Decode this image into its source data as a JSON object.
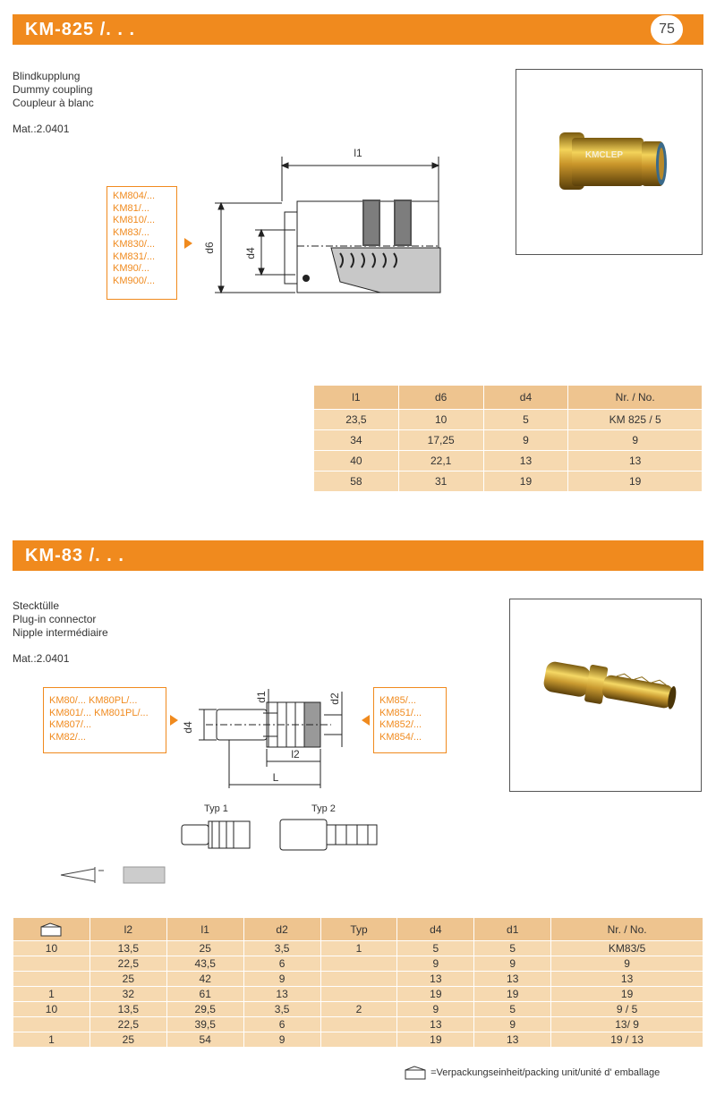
{
  "page_number": "75",
  "section1": {
    "title": "KM-825 /. . .",
    "desc_de": "Blindkupplung",
    "desc_en": "Dummy coupling",
    "desc_fr": "Coupleur à blanc",
    "material": "Mat.:2.0401",
    "compatible": [
      "KM804/...",
      "KM81/...",
      "KM810/...",
      "KM83/...",
      "KM830/...",
      "KM831/...",
      "KM90/...",
      "KM900/..."
    ],
    "dim_labels": {
      "l1": "l1",
      "d6": "d6",
      "d4": "d4"
    },
    "photo_brand": "KMCLEP",
    "table": {
      "headers": [
        "l1",
        "d6",
        "d4",
        "Nr. / No."
      ],
      "rows": [
        [
          "23,5",
          "10",
          "5",
          "KM 825 /  5"
        ],
        [
          "34",
          "17,25",
          "9",
          "9"
        ],
        [
          "40",
          "22,1",
          "13",
          "13"
        ],
        [
          "58",
          "31",
          "19",
          "19"
        ]
      ]
    }
  },
  "section2": {
    "title": "KM-83 /. . .",
    "desc_de": "Stecktülle",
    "desc_en": "Plug-in connector",
    "desc_fr": "Nipple intermédiaire",
    "material": "Mat.:2.0401",
    "compatible_left": [
      "KM80/... KM80PL/...",
      "KM801/... KM801PL/...",
      "KM807/...",
      "KM82/..."
    ],
    "compatible_right": [
      "KM85/...",
      "KM851/...",
      "KM852/...",
      "KM854/..."
    ],
    "dim_labels": {
      "d1": "d1",
      "d2": "d2",
      "d4": "d4",
      "l2": "l2",
      "L": "L"
    },
    "type1_label": "Typ 1",
    "type2_label": "Typ 2",
    "table": {
      "headers": [
        "l2",
        "l1",
        "d2",
        "Typ",
        "d4",
        "d1",
        "Nr. / No."
      ],
      "rows": [
        {
          "pack": "10",
          "l2": "13,5",
          "l1": "25",
          "d2": "3,5",
          "typ": "1",
          "d4": "5",
          "d1": "5",
          "nr": "KM83/5"
        },
        {
          "pack": "",
          "l2": "22,5",
          "l1": "43,5",
          "d2": "6",
          "typ": "",
          "d4": "9",
          "d1": "9",
          "nr": "9"
        },
        {
          "pack": "",
          "l2": "25",
          "l1": "42",
          "d2": "9",
          "typ": "",
          "d4": "13",
          "d1": "13",
          "nr": "13"
        },
        {
          "pack": "1",
          "l2": "32",
          "l1": "61",
          "d2": "13",
          "typ": "",
          "d4": "19",
          "d1": "19",
          "nr": "19"
        },
        {
          "pack": "10",
          "l2": "13,5",
          "l1": "29,5",
          "d2": "3,5",
          "typ": "2",
          "d4": "9",
          "d1": "5",
          "nr": "9 / 5"
        },
        {
          "pack": "",
          "l2": "22,5",
          "l1": "39,5",
          "d2": "6",
          "typ": "",
          "d4": "13",
          "d1": "9",
          "nr": "13/ 9"
        },
        {
          "pack": "1",
          "l2": "25",
          "l1": "54",
          "d2": "9",
          "typ": "",
          "d4": "19",
          "d1": "13",
          "nr": "19 / 13"
        }
      ]
    },
    "legend": "=Verpackungseinheit/packing unit/unité d' emballage"
  }
}
